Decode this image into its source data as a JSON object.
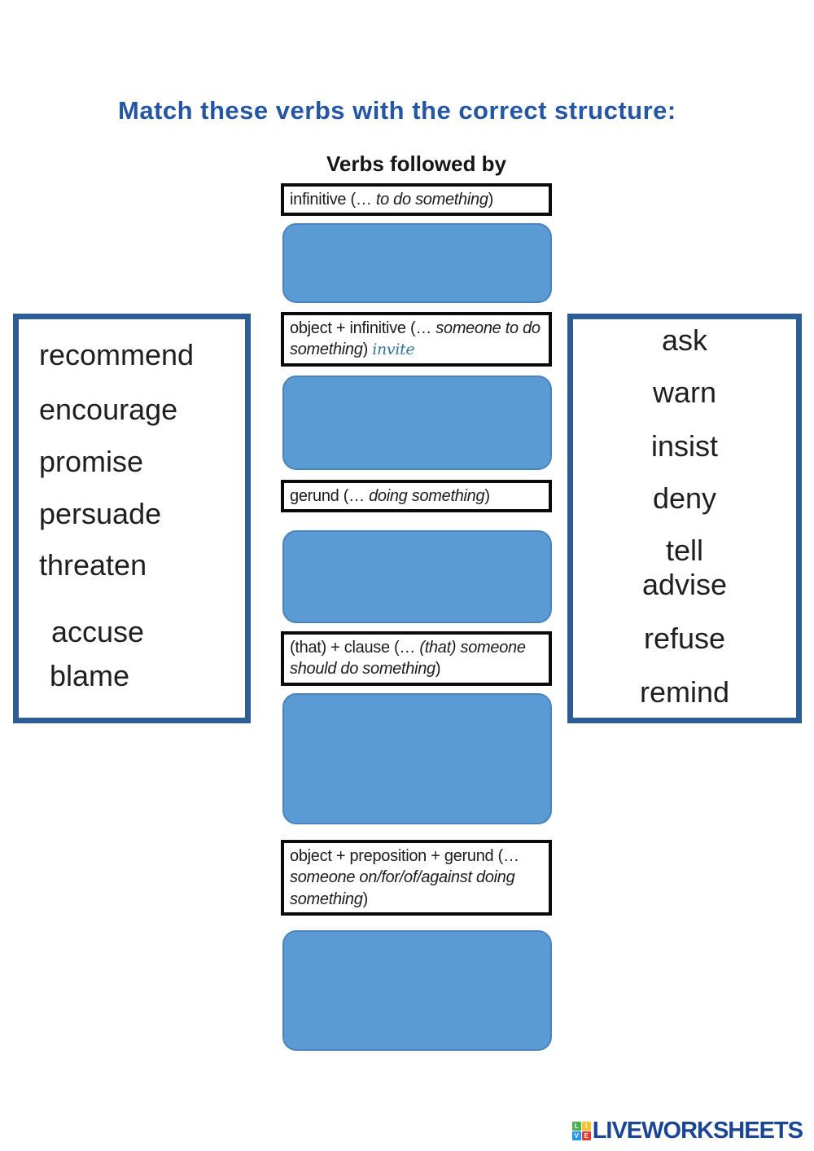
{
  "title": "Match these verbs with the correct structure:",
  "subtitle": "Verbs followed by",
  "structures": [
    {
      "pre": "infinitive (… ",
      "italic": "to do something",
      "post": ")"
    },
    {
      "pre": "object + infinitive (… ",
      "italic": "someone to do something",
      "post": ") ",
      "extra": "invite"
    },
    {
      "pre": "gerund (… ",
      "italic": "doing something",
      "post": ")"
    },
    {
      "pre": "(that) + clause (… ",
      "italic": "(that) someone should do something",
      "post": ")"
    },
    {
      "pre": "object + preposition + gerund (… ",
      "italic": "someone on/for/of/against doing something",
      "post": ")"
    }
  ],
  "left_verbs": [
    "recommend",
    "encourage",
    "promise",
    "persuade",
    "threaten",
    "accuse",
    "blame"
  ],
  "right_verbs": [
    "ask",
    "warn",
    "insist",
    "deny",
    "tell",
    "advise",
    "refuse",
    "remind"
  ],
  "logo": {
    "text": "LIVEWORKSHEETS",
    "squares": [
      {
        "letter": "L",
        "color": "#4caf50"
      },
      {
        "letter": "I",
        "color": "#fbc02d"
      },
      {
        "letter": "V",
        "color": "#2196f3"
      },
      {
        "letter": "E",
        "color": "#e53935"
      }
    ]
  },
  "colors": {
    "title_blue": "#2456a4",
    "bank_border_blue": "#2e5c94",
    "slot_fill_blue": "#5b9bd5",
    "slot_border_blue": "#4b84ba",
    "invite_teal": "#33749c",
    "logo_navy": "#1b4693"
  }
}
